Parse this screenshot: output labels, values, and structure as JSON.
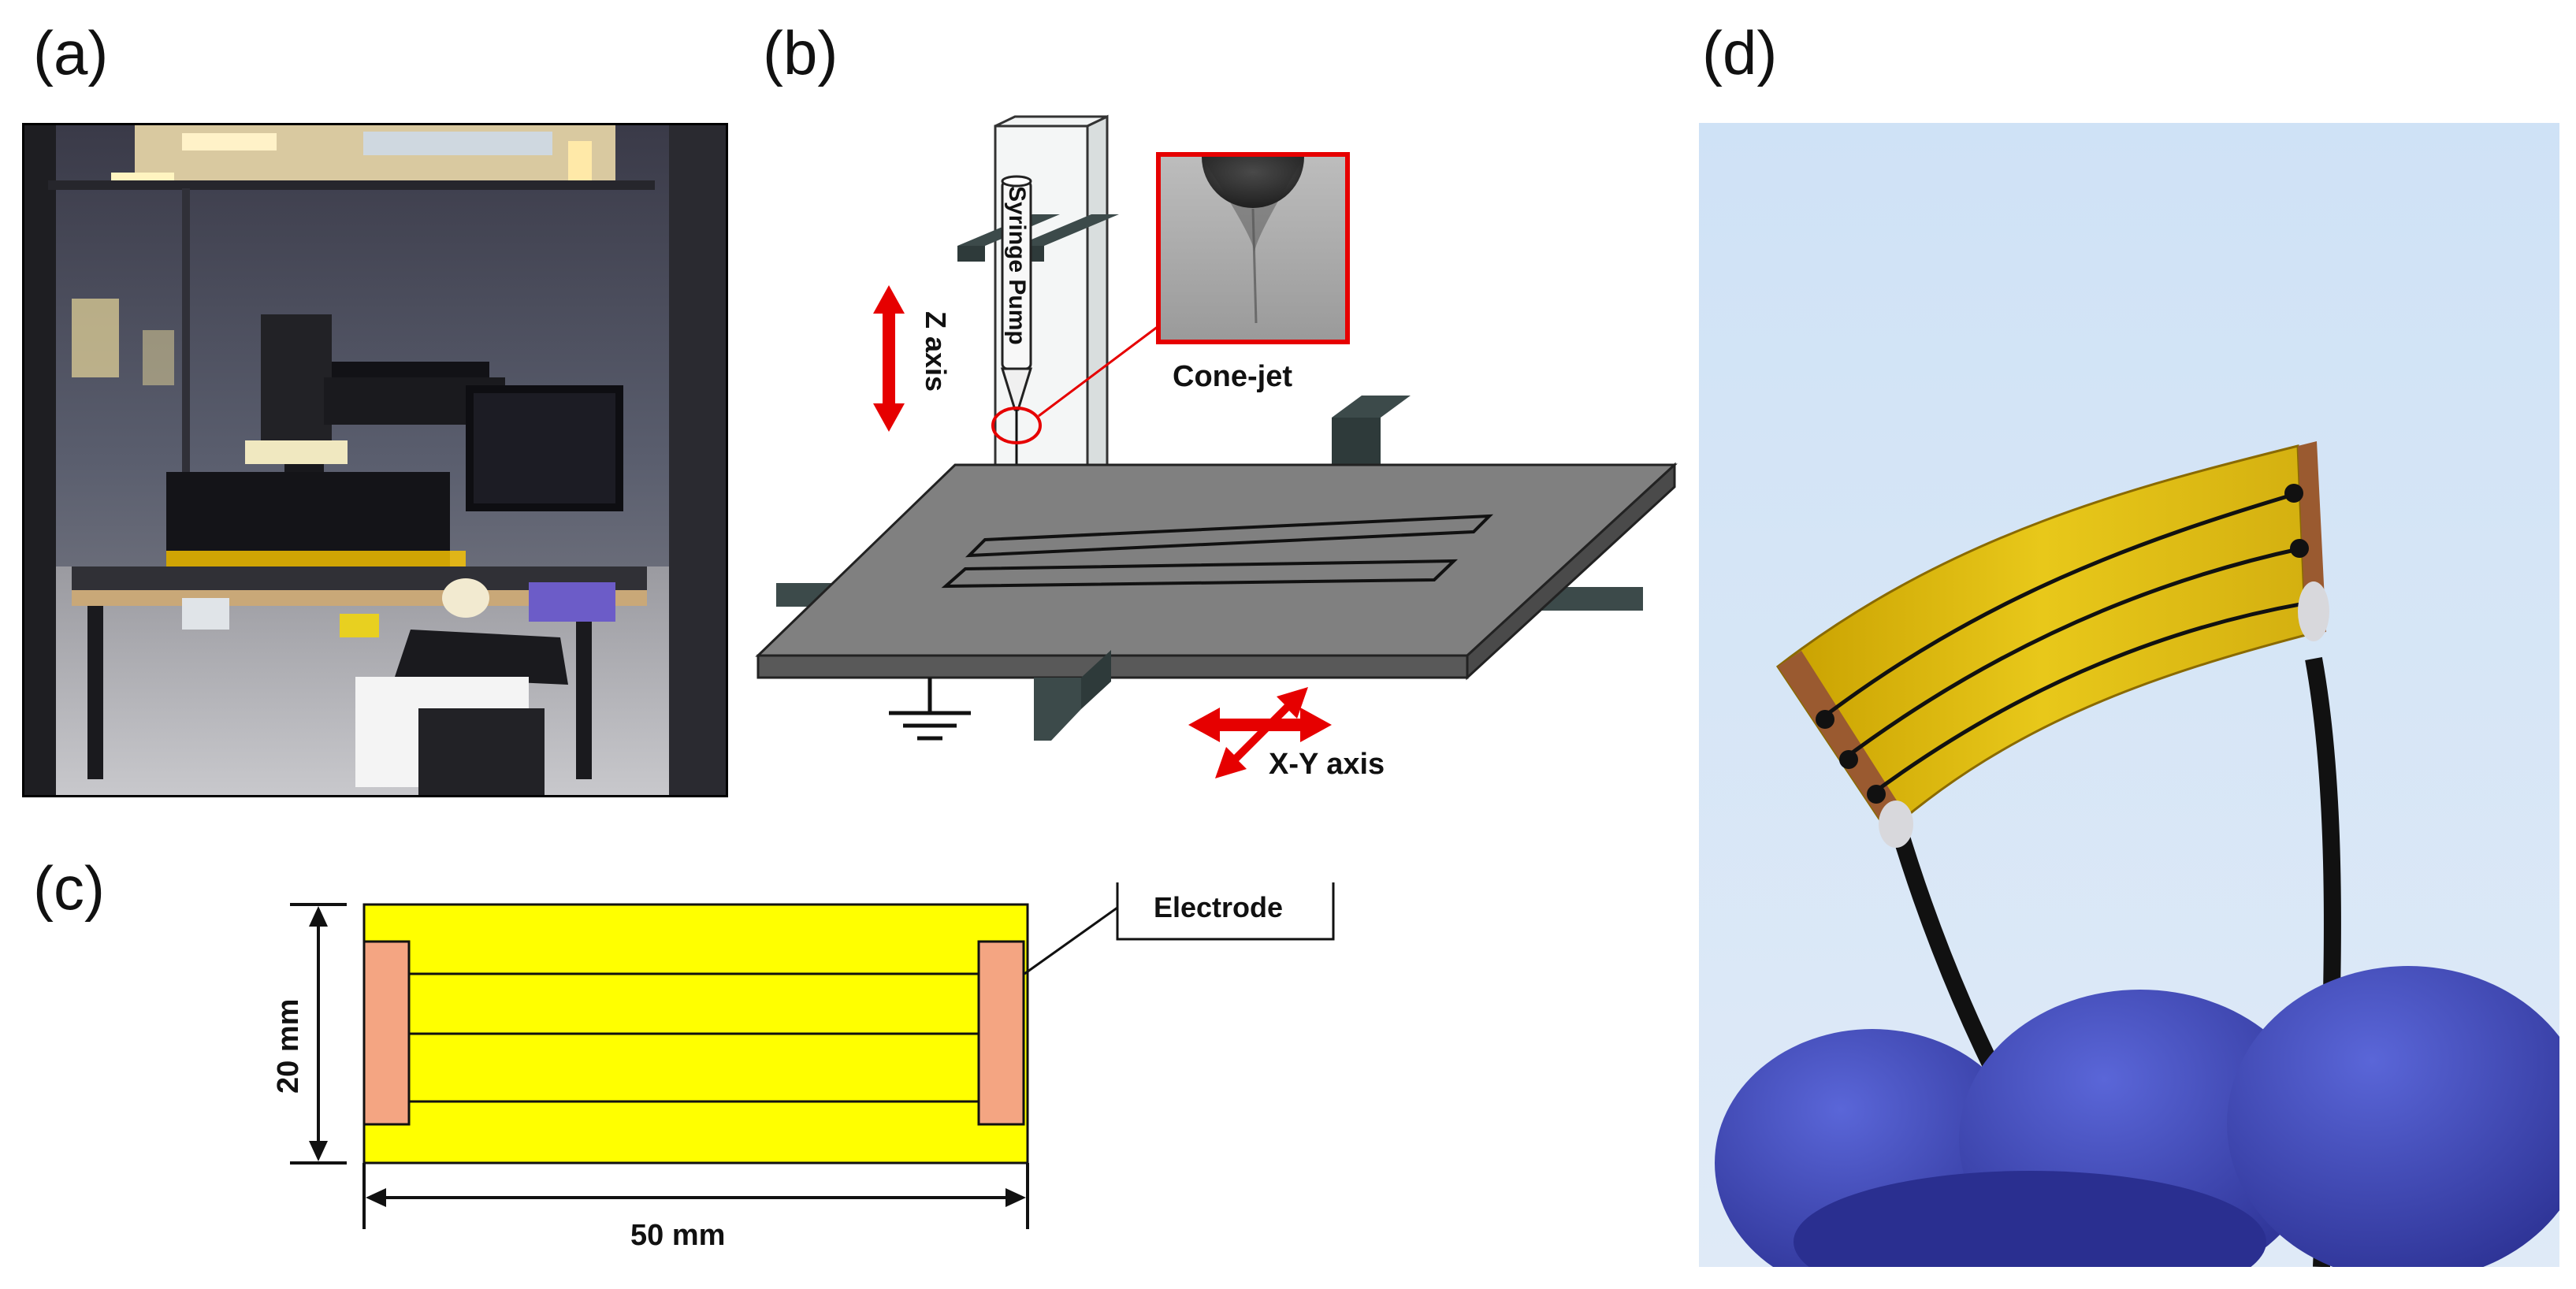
{
  "panels": {
    "a": {
      "label": "(a)"
    },
    "b": {
      "label": "(b)"
    },
    "c": {
      "label": "(c)"
    },
    "d": {
      "label": "(d)"
    }
  },
  "schematic_b": {
    "syringe_label": "Syringe Pump",
    "z_axis_label": "Z axis",
    "xy_axis_label": "X-Y axis",
    "inset_label": "Cone-jet",
    "colors": {
      "stage": "#7f7f7f",
      "rail": "#3c4a4a",
      "arrow": "#e60000",
      "inset_border": "#e60000"
    }
  },
  "schematic_c": {
    "height_label": "20 mm",
    "width_label": "50 mm",
    "callout_label": "Electrode",
    "colors": {
      "substrate": "#ffff00",
      "electrode": "#f4a582"
    }
  }
}
